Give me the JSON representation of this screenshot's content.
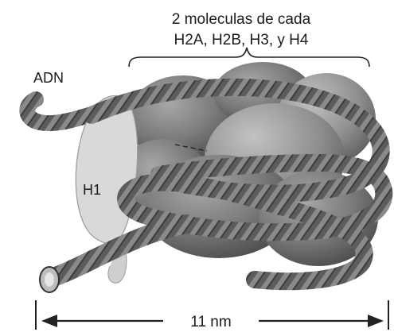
{
  "title": {
    "line1": "2 moleculas de cada",
    "line2": "H2A, H2B, H3, y H4"
  },
  "labels": {
    "dna": "ADN",
    "linker_histone": "H1",
    "dimension": "11 nm"
  },
  "colors": {
    "histone_dark": "#6a6a6a",
    "histone_light": "#9a9a9a",
    "dna_rope": "#555555",
    "h1_fill": "#d9d9d9",
    "text": "#1b1b1b"
  }
}
